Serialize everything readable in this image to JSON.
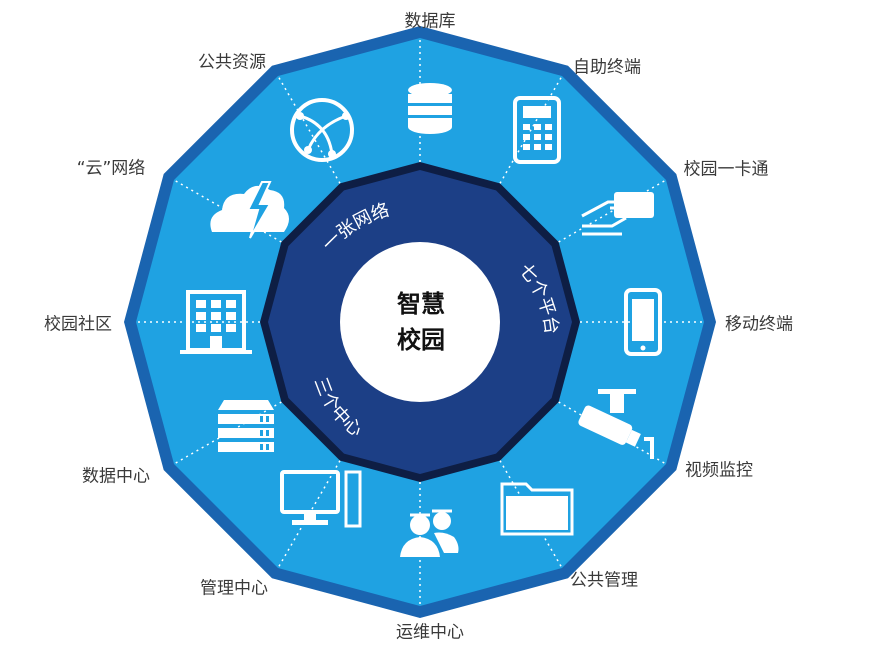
{
  "center": {
    "line1": "智慧",
    "line2": "校园"
  },
  "ring": {
    "top": "一张网络",
    "right": "七个平台",
    "bottom_left": "三个中心"
  },
  "segments": [
    {
      "label": "数据库",
      "icon": "database-icon"
    },
    {
      "label": "自助终端",
      "icon": "calculator-icon"
    },
    {
      "label": "校园一卡通",
      "icon": "card-swipe-icon"
    },
    {
      "label": "移动终端",
      "icon": "smartphone-icon"
    },
    {
      "label": "视频监控",
      "icon": "cctv-camera-icon"
    },
    {
      "label": "公共管理",
      "icon": "folder-icon"
    },
    {
      "label": "运维中心",
      "icon": "users-icon"
    },
    {
      "label": "管理中心",
      "icon": "desktop-computer-icon"
    },
    {
      "label": "数据中心",
      "icon": "server-icon"
    },
    {
      "label": "校园社区",
      "icon": "building-icon"
    },
    {
      "label": "“云”网络",
      "icon": "cloud-lightning-icon"
    },
    {
      "label": "公共资源",
      "icon": "network-globe-icon"
    }
  ],
  "colors": {
    "outer_border": "#1a64b0",
    "segment_fill": "#1fa2e2",
    "inner_border": "#0e1e44",
    "ring_fill": "#1c3f86",
    "center_fill": "#ffffff",
    "label_text": "#3a3a3a"
  }
}
